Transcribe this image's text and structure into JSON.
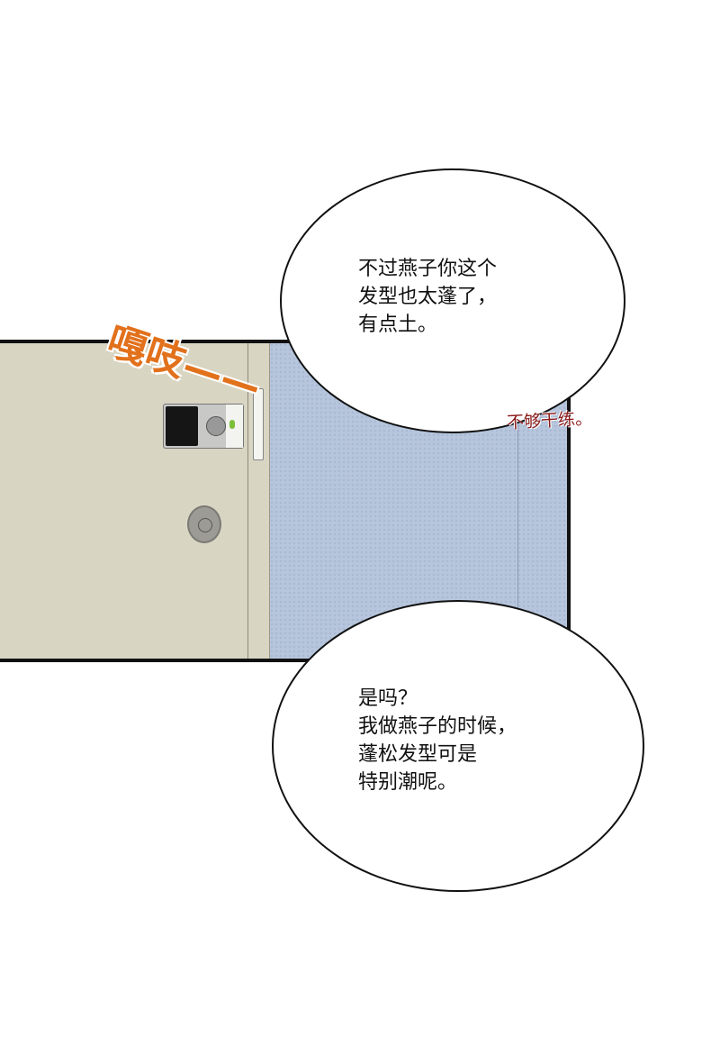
{
  "bubbles": [
    {
      "lines": [
        "不过燕子你这个",
        "发型也太蓬了，",
        "有点土。"
      ]
    },
    {
      "lines": [
        "是吗？",
        "我做燕子的时候，",
        "蓬松发型可是",
        "特别潮呢。"
      ]
    }
  ],
  "sound_effect": "嘎吱——",
  "aside": "不够干练。",
  "colors": {
    "sfx": "#e2711c",
    "aside": "#8b1a1a",
    "door": "#d8d5c3",
    "wall": "#b7c6dd"
  }
}
